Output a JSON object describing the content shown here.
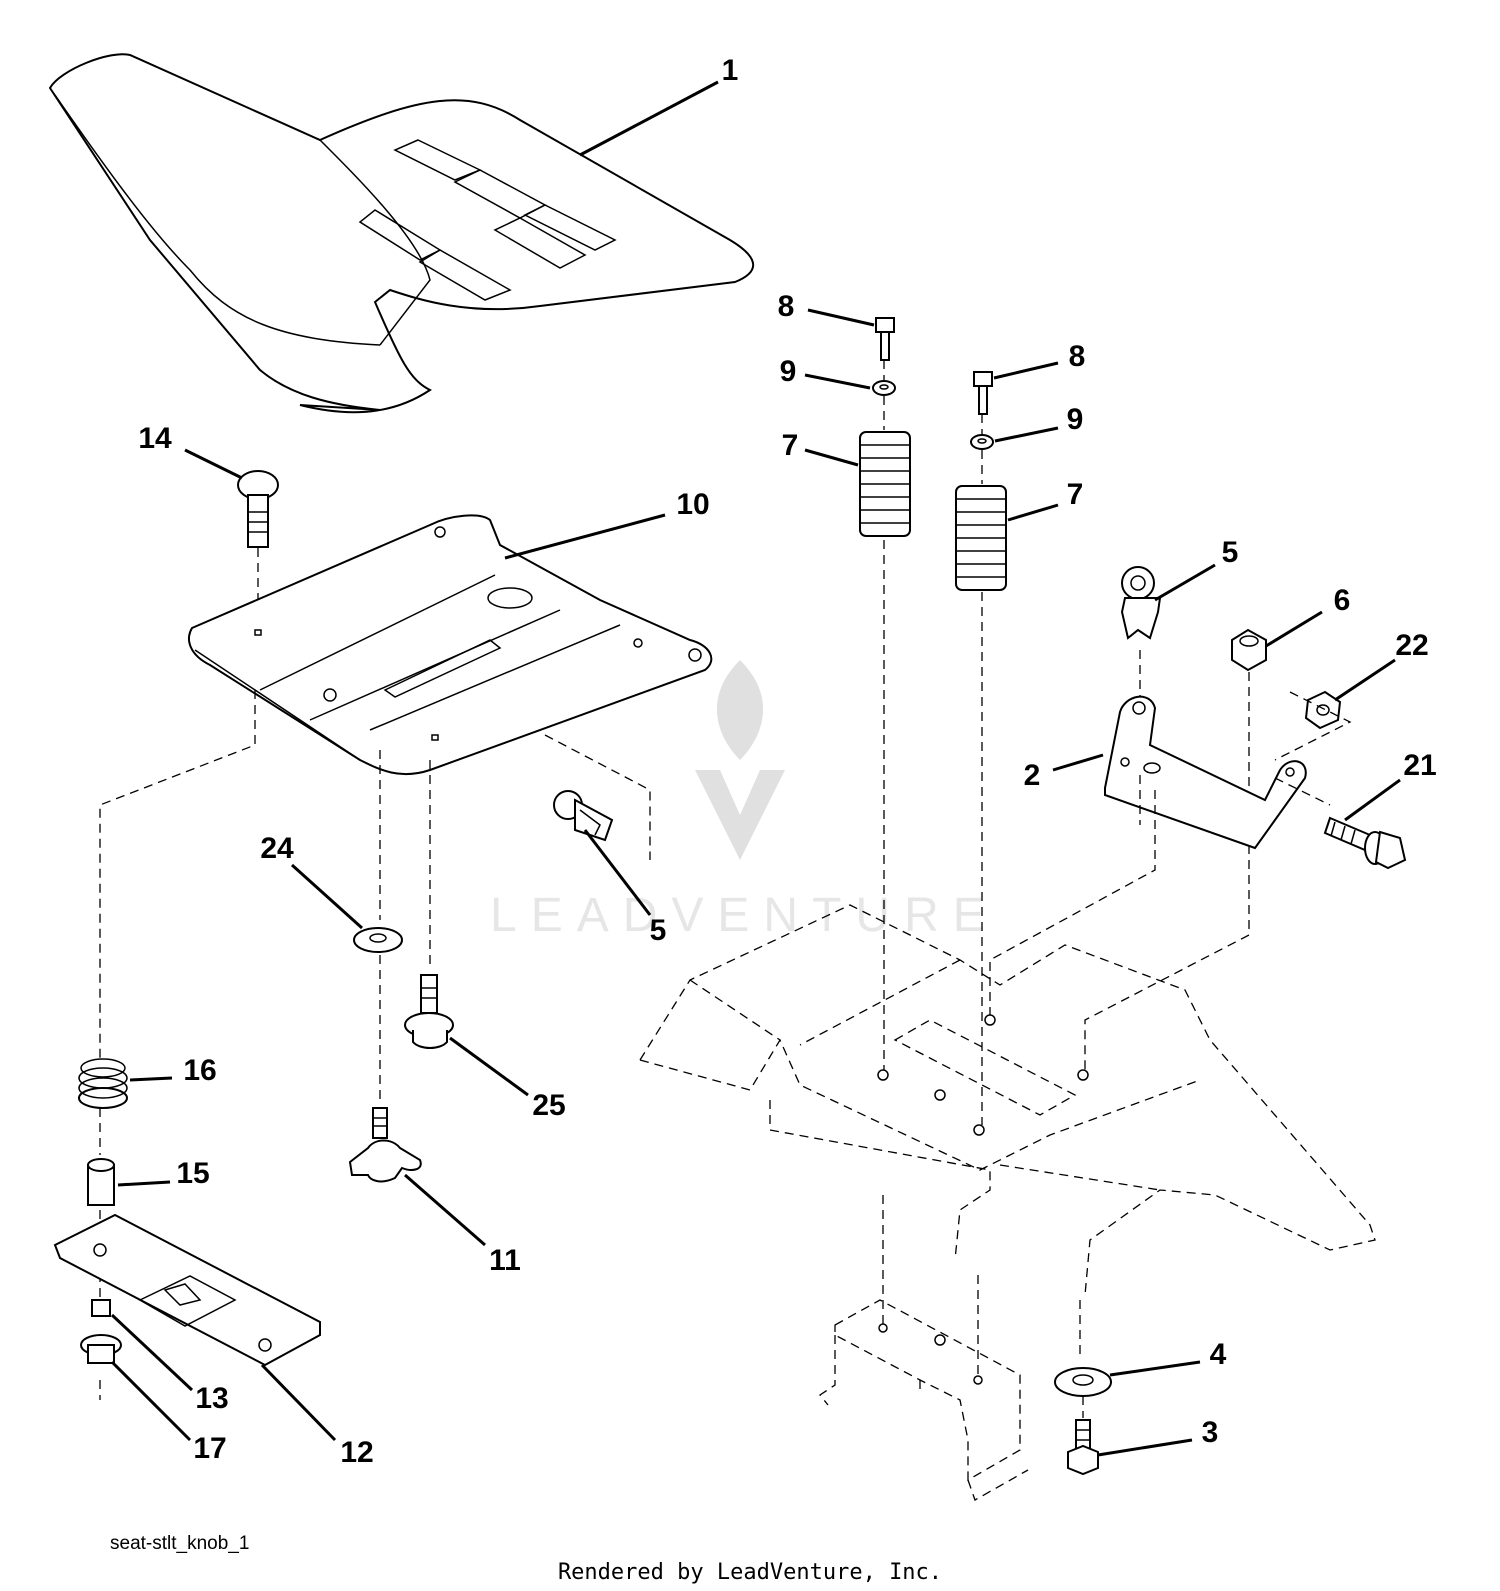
{
  "drawing_id": "seat-stlt_knob_1",
  "credit": "Rendered by LeadVenture, Inc.",
  "watermark": "LEADVENTURE",
  "callouts": {
    "c1": "1",
    "c2": "2",
    "c3": "3",
    "c4": "4",
    "c5a": "5",
    "c5b": "5",
    "c6": "6",
    "c7a": "7",
    "c7b": "7",
    "c8a": "8",
    "c8b": "8",
    "c9a": "9",
    "c9b": "9",
    "c10": "10",
    "c11": "11",
    "c12": "12",
    "c13": "13",
    "c14": "14",
    "c15": "15",
    "c16": "16",
    "c17": "17",
    "c21": "21",
    "c22": "22",
    "c24": "24",
    "c25": "25"
  }
}
